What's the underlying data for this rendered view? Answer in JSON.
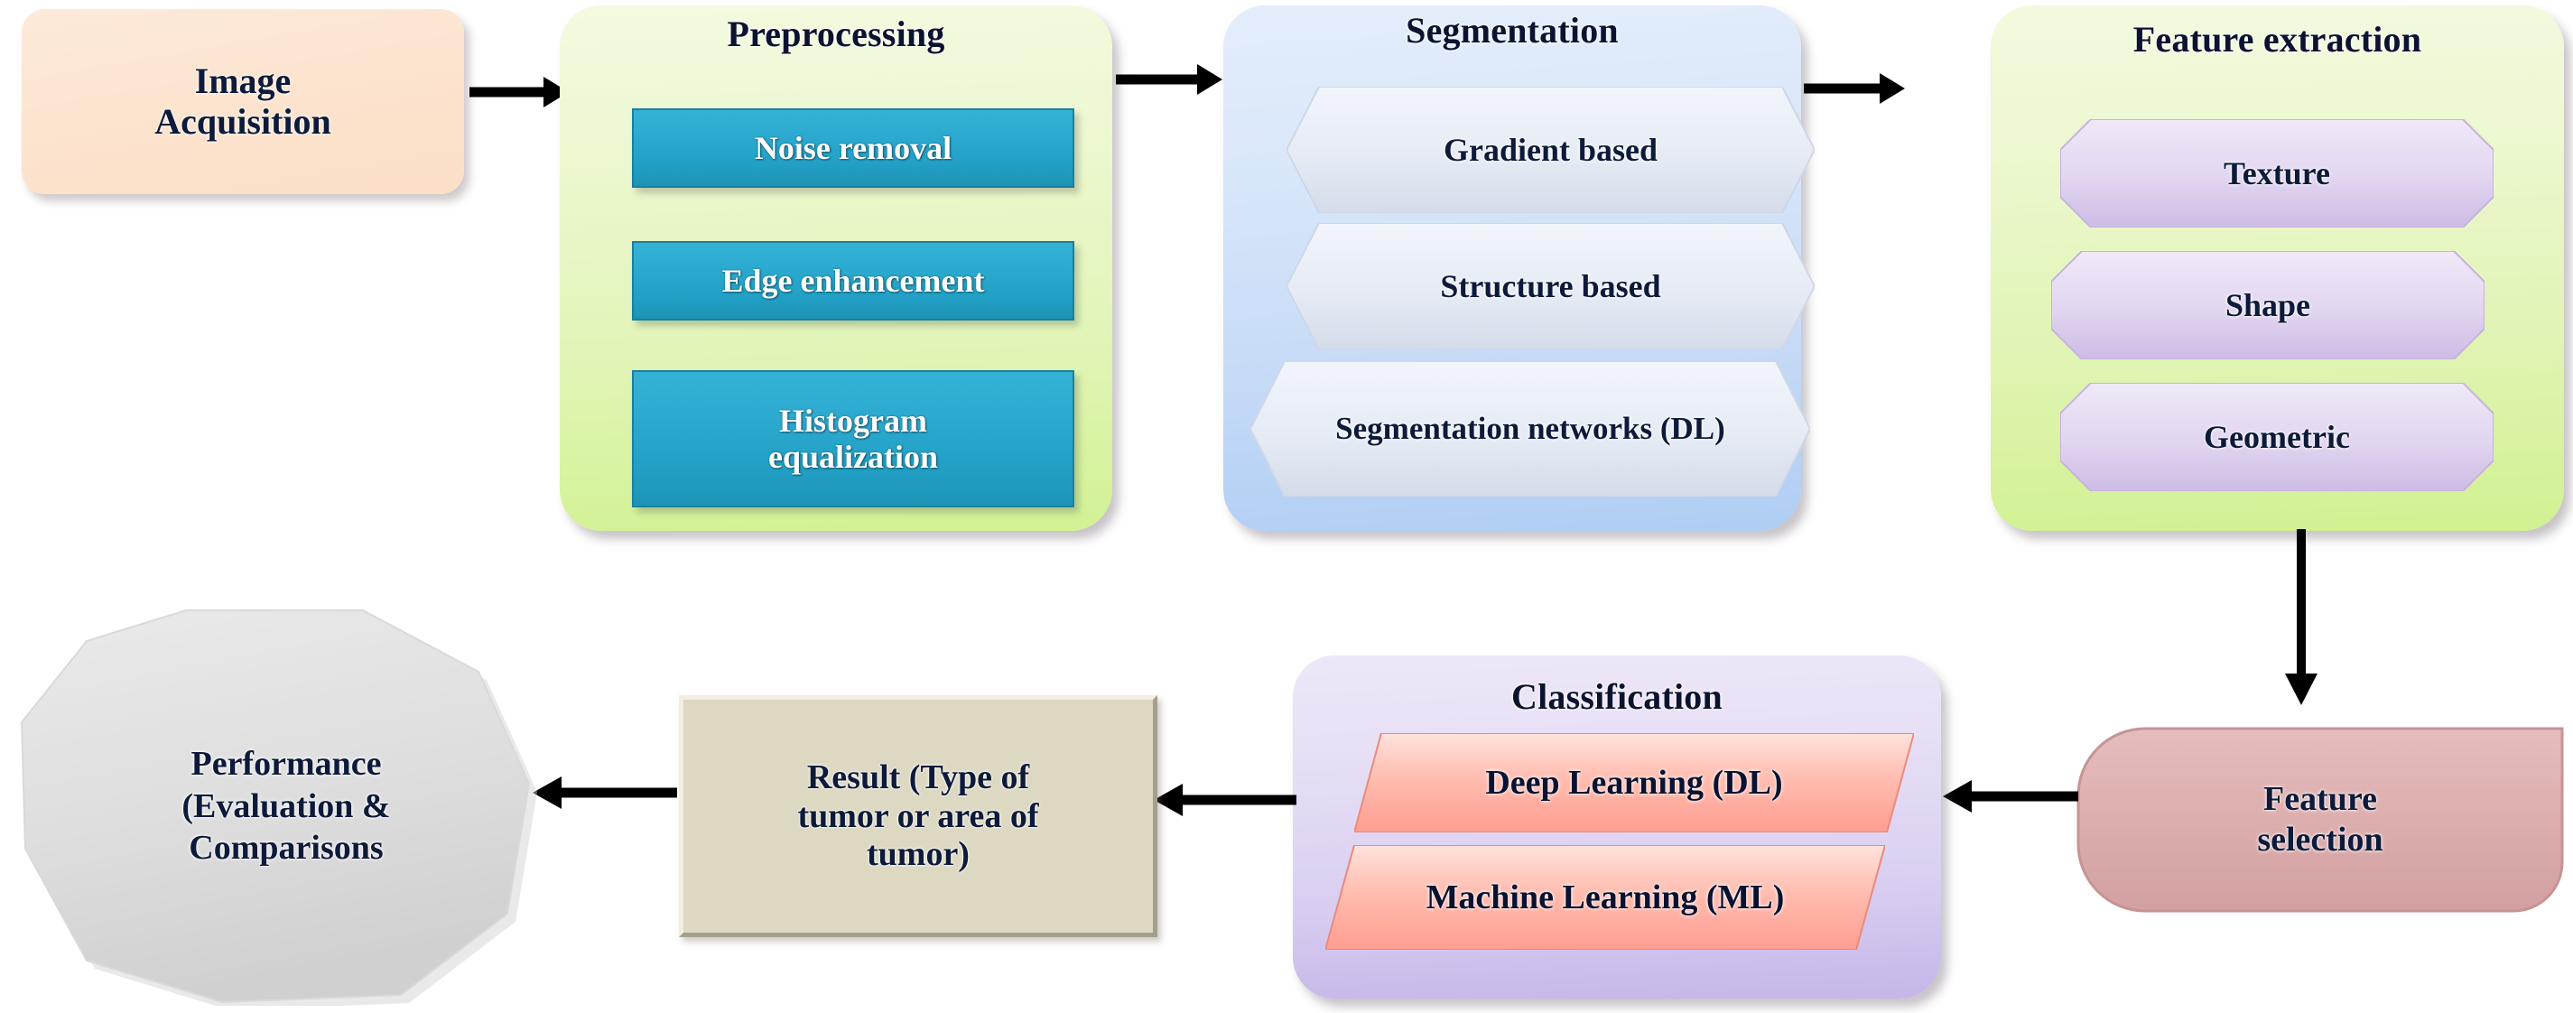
{
  "diagram": {
    "title": "Brain tumor image analysis pipeline flowchart",
    "colors": {
      "acquisition_bg": "#fce4cf",
      "preprocessing_bg": "#e2f5b9",
      "preprocessing_item_bg": "#22a0c6",
      "segmentation_bg": "#c8dcf7",
      "segmentation_item_bg": "#e6ecf6",
      "feature_extraction_bg": "#e1f4b6",
      "feature_extraction_item_bg": "#ddcdee",
      "feature_selection_bg": "#ddaeae",
      "classification_bg": "#dbd0f1",
      "classification_item_bg": "#ff9d90",
      "result_bg": "#dcd8c2",
      "performance_bg": "#dcdcdc",
      "arrow": "#000000",
      "text": "#0d1a3a"
    }
  },
  "nodes": {
    "acquisition": {
      "label": "Image\nAcquisition"
    },
    "preprocessing": {
      "title": "Preprocessing",
      "items": [
        {
          "label": "Noise removal"
        },
        {
          "label": "Edge enhancement"
        },
        {
          "label": "Histogram\nequalization"
        }
      ]
    },
    "segmentation": {
      "title": "Segmentation",
      "items": [
        {
          "label": "Gradient based"
        },
        {
          "label": "Structure based"
        },
        {
          "label": "Segmentation networks (DL)"
        }
      ]
    },
    "feature_extraction": {
      "title": "Feature extraction",
      "items": [
        {
          "label": "Texture"
        },
        {
          "label": "Shape"
        },
        {
          "label": "Geometric"
        }
      ]
    },
    "feature_selection": {
      "label": "Feature\nselection"
    },
    "classification": {
      "title": "Classification",
      "items": [
        {
          "label": "Deep Learning (DL)"
        },
        {
          "label": "Machine Learning (ML)"
        }
      ]
    },
    "result": {
      "label": "Result (Type of\ntumor or area of\ntumor)"
    },
    "performance": {
      "label": "Performance\n(Evaluation &\nComparisons"
    }
  },
  "connections": [
    {
      "name": "acquisition-to-preprocessing",
      "direction": "right"
    },
    {
      "name": "preprocessing-to-segmentation",
      "direction": "right"
    },
    {
      "name": "segmentation-to-feature-extraction",
      "direction": "right"
    },
    {
      "name": "feature-extraction-to-feature-selection",
      "direction": "down"
    },
    {
      "name": "feature-selection-to-classification",
      "direction": "left"
    },
    {
      "name": "classification-to-result",
      "direction": "left"
    },
    {
      "name": "result-to-performance",
      "direction": "left"
    }
  ]
}
